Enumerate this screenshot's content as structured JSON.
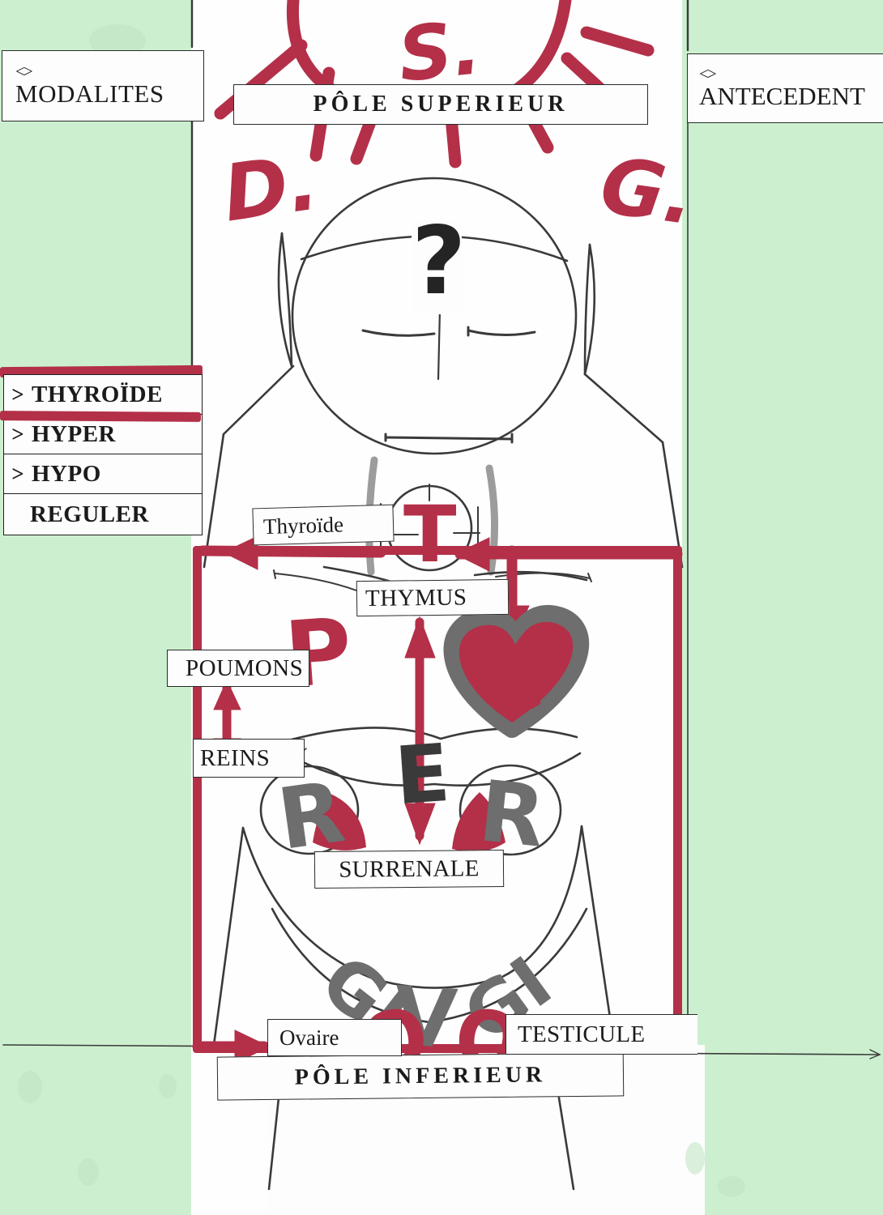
{
  "document": {
    "kind": "hand-annotated anatomical worksheet",
    "language": "fr"
  },
  "headers": {
    "modalites": {
      "marker": "<>",
      "label": "MODALITES"
    },
    "antecedent": {
      "marker": "<>",
      "label": "ANTECEDENT"
    },
    "pole_superieur": "PÔLE SUPERIEUR",
    "pole_inferieur": "PÔLE INFERIEUR"
  },
  "modality_list": {
    "items": [
      {
        "arrow": ">",
        "label": "THYROÏDE",
        "highlighted": true
      },
      {
        "arrow": ">",
        "label": "HYPER",
        "highlighted": false
      },
      {
        "arrow": ">",
        "label": "HYPO",
        "highlighted": false
      },
      {
        "arrow": "",
        "label": "REGULER",
        "highlighted": false
      }
    ]
  },
  "organ_labels": {
    "thyroide": "Thyroïde",
    "thymus": "THYMUS",
    "poumons": "POUMONS",
    "reins": "REINS",
    "surrenale": "SURRENALE",
    "ovaire": "Ovaire",
    "testicule": "TESTICULE"
  },
  "handwriting": {
    "red": {
      "s_top": "S.",
      "d_left": "D.",
      "g_right": "G.",
      "t_thyroid": "T",
      "p_lung": "P",
      "c_heart": "C",
      "e_center": "E",
      "o_left": "O",
      "o_right": "O"
    },
    "grey": {
      "r_left": "R",
      "r_right": "R",
      "gi_left": "GI",
      "v_center": "V",
      "gi_right": "GI"
    }
  },
  "figure": {
    "face": {
      "expression_mark": "?",
      "has_eyes": true,
      "has_nose": true,
      "has_mouth": true
    },
    "description": "outline of a human head and torso with organ positions marked"
  },
  "colors": {
    "marker_red": "#b33048",
    "marker_grey": "#6e6e6e",
    "paper_green": "#ccf0cf",
    "ink_black": "#1b1b1b"
  }
}
